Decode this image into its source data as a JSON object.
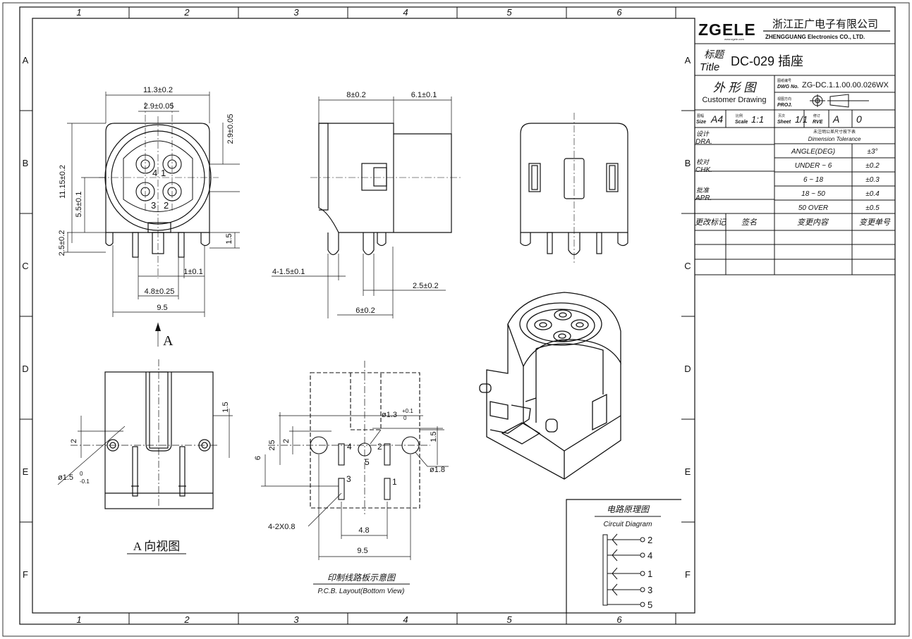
{
  "border": {
    "columns": [
      "1",
      "2",
      "3",
      "4",
      "5",
      "6"
    ],
    "rows": [
      "A",
      "B",
      "C",
      "D",
      "E",
      "F"
    ]
  },
  "title_block": {
    "logo": "ZGELE",
    "logo_sub": "www.zgele.com",
    "company_cn": "浙江正广电子有限公司",
    "company_en": "ZHENGGUANG Electronics CO., LTD.",
    "title_label_cn": "标题",
    "title_label_en": "Title",
    "title_value": "DC-029",
    "title_value_cn": "插座",
    "drawing_type_cn": "外 形 图",
    "drawing_type_en": "Customer Drawing",
    "dwg_label_cn": "图纸编号",
    "dwg_label": "DWG No.",
    "dwg_no": "ZG-DC.1.1.00.00.026WX",
    "proj_label_cn": "视图方向",
    "proj_label": "PROJ.",
    "size_label_cn": "图幅",
    "size_label": "Size",
    "size_value": "A4",
    "scale_label_cn": "比例",
    "scale_label": "Scale",
    "scale_value": "1:1",
    "sheet_label_cn": "页次",
    "sheet_label": "Sheet",
    "sheet_value": "1/1",
    "rev_label_cn": "修订",
    "rev_label": "RVE",
    "rev_value": "A",
    "rev_extra": "0",
    "tol_note_cn": "未注明公差尺寸按下表",
    "tol_note": "Dimension Tolerance",
    "roles": [
      {
        "cn": "设计",
        "en": "DRA."
      },
      {
        "cn": "校对",
        "en": "CHK."
      },
      {
        "cn": "批准",
        "en": "APR."
      }
    ],
    "tolerances": [
      {
        "range": "ANGLE(DEG)",
        "tol": "±3°"
      },
      {
        "range": "UNDER ~ 6",
        "tol": "±0.2"
      },
      {
        "range": "6 ~ 18",
        "tol": "±0.3"
      },
      {
        "range": "18 ~ 50",
        "tol": "±0.4"
      },
      {
        "range": "50 OVER",
        "tol": "±0.5"
      }
    ],
    "revision_headers": [
      "更改标记",
      "签名",
      "变更内容",
      "变更单号"
    ]
  },
  "front_view": {
    "dims": [
      "11.3±0.2",
      "2.9±0.05",
      "2.9±0.05",
      "11.15±0.2",
      "5.5±0.1",
      "1.5",
      "2.5±0.2",
      "1±0.1",
      "4.8±0.25",
      "9.5"
    ],
    "pins": [
      "4",
      "1",
      "3",
      "2"
    ],
    "arrow_label": "A"
  },
  "side_view": {
    "dims": [
      "8±0.2",
      "6.1±0.1",
      "4-1.5±0.1",
      "2.5±0.2",
      "6±0.2"
    ]
  },
  "a_view": {
    "dims": [
      "1.5",
      "2",
      "ø1.5",
      "0",
      "-0.1"
    ],
    "caption": "A 向视图"
  },
  "pcb_view": {
    "dims": [
      "ø1.3",
      "+0.1",
      "0",
      "2.5",
      "2",
      "6",
      "1.5",
      "ø1.8",
      "4-2X0.8",
      "4.8",
      "9.5"
    ],
    "pins": [
      "4",
      "2",
      "5",
      "3",
      "1"
    ],
    "caption_cn": "印制线路板示意图",
    "caption_en": "P.C.B. Layout(Bottom View)"
  },
  "circuit": {
    "title_cn": "电路原理图",
    "title_en": "Circuit Diagram",
    "pins": [
      "2",
      "4",
      "1",
      "3",
      "5"
    ]
  }
}
